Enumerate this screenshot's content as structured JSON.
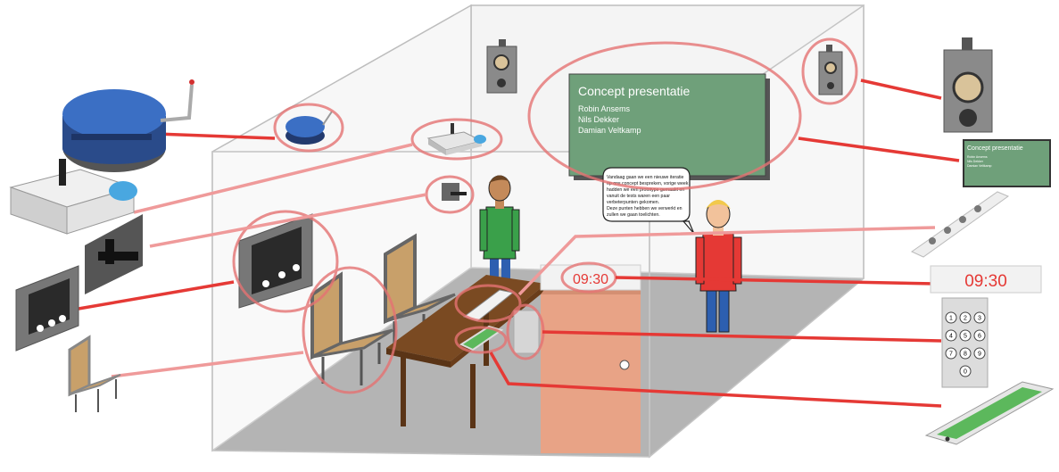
{
  "screen": {
    "title": "Concept presentatie",
    "names": [
      "Robin Ansems",
      "Nils Dekker",
      "Damian Veltkamp"
    ]
  },
  "speech_bubble": {
    "lines": [
      "Vandaag gaan we een nieuwe iteratie",
      "op ons concept bespreken, vorige week",
      "hadden we een prototype gemaakt en",
      "vanuit de tests waren een paar",
      "verbeterpunten gekomen.",
      "Deze punten hebben we verwerkt en",
      "zullen we gaan toelichten."
    ]
  },
  "clock": {
    "time": "09:30"
  },
  "keypad": {
    "keys": [
      "1",
      "2",
      "3",
      "4",
      "5",
      "6",
      "7",
      "8",
      "9",
      "0"
    ]
  },
  "colors": {
    "highlight": "#e53935",
    "screen": "#6fa07a",
    "door": "#e8a386",
    "shirt_green": "#3aa04a",
    "shirt_red": "#e53935",
    "table": "#7a4a22",
    "robot": "#3b6fc4"
  }
}
